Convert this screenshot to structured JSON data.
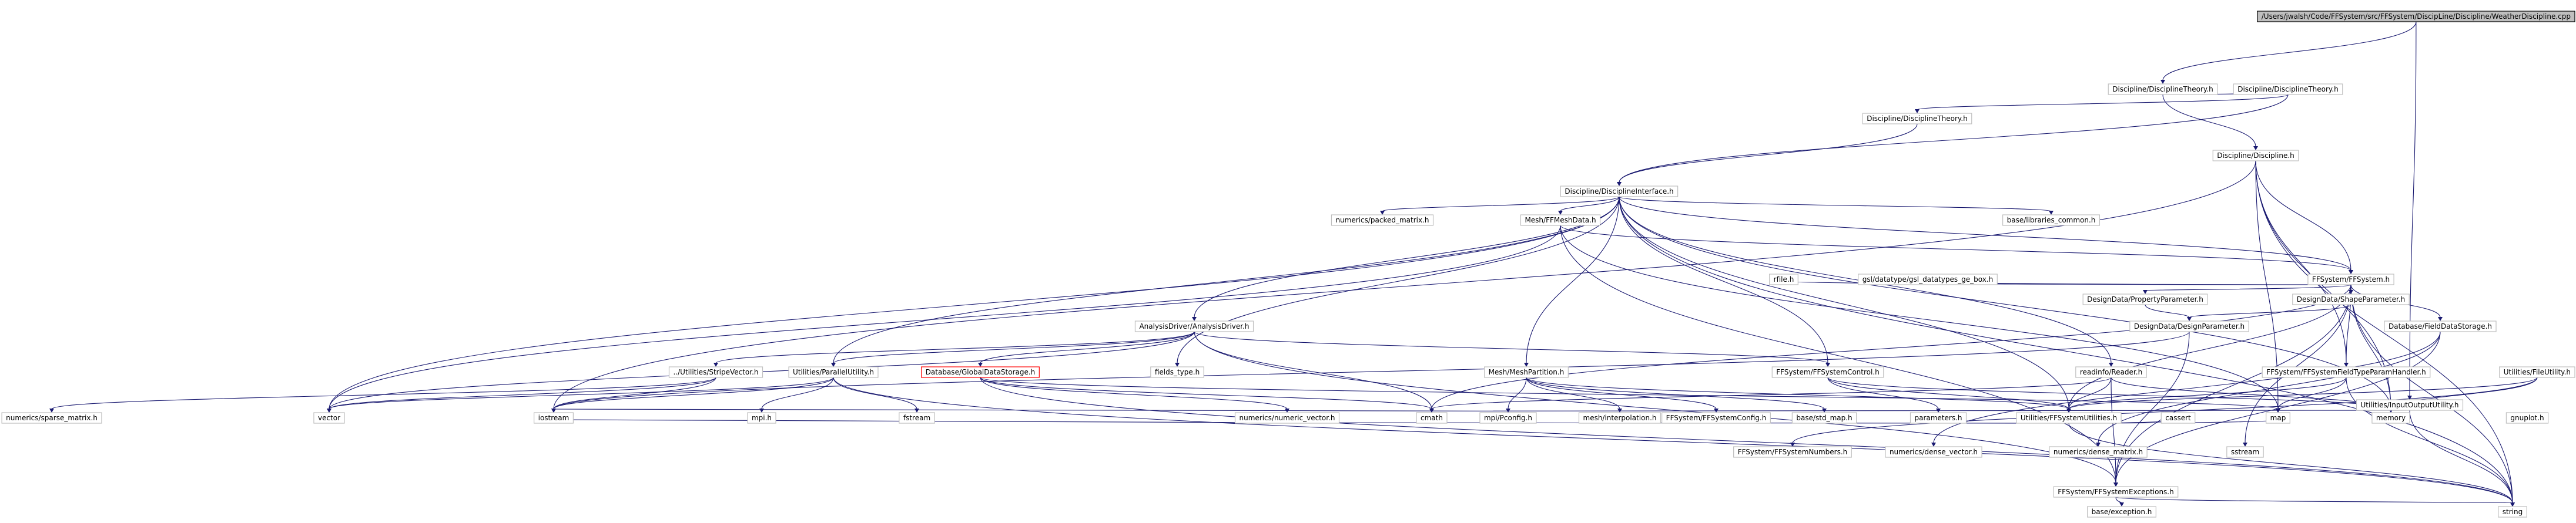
{
  "graph": {
    "nodes": [
      {
        "id": "root",
        "label": "/Users/jwalsh/Code/FFSystem/src/FFSystem/DiscipLine/Discipline/WeatherDiscipline.cpp",
        "root": true
      },
      {
        "id": "dt",
        "label": "Discipline/DisciplineTheory.h"
      },
      {
        "id": "dth",
        "label": "Discipline/DisciplineTheory.h"
      },
      {
        "id": "ddt",
        "label": "Discipline/DisciplineTheory.h"
      },
      {
        "id": "dd",
        "label": "Discipline/Discipline.h"
      },
      {
        "id": "dsif",
        "label": "Discipline/DisciplineInterface.h"
      },
      {
        "id": "nrc",
        "label": "numerics/packed_matrix.h"
      },
      {
        "id": "bcc",
        "label": "base/libraries_common.h"
      },
      {
        "id": "mfd",
        "label": "Mesh/FFMeshData.h"
      },
      {
        "id": "ffs",
        "label": "FFSystem/FFSystem.h"
      },
      {
        "id": "ads",
        "label": "AnalysisDriver/AnalysisDriver.h"
      },
      {
        "id": "csv",
        "label": "../Utilities/StripeVector.h"
      },
      {
        "id": "upu",
        "label": "Utilities/ParallelUtility.h"
      },
      {
        "id": "dbs",
        "label": "Database/GlobalDataStorage.h",
        "highlight": true
      },
      {
        "id": "fft",
        "label": "fields_type.h"
      },
      {
        "id": "mmh",
        "label": "Mesh/MeshPartition.h"
      },
      {
        "id": "ffcs",
        "label": "FFSystem/FFSystemControl.h"
      },
      {
        "id": "rmg",
        "label": "readinfo/Reader.h"
      },
      {
        "id": "ffst",
        "label": "FFSystem/FFSystemFieldTypeParamHandler.h"
      },
      {
        "id": "ufu",
        "label": "Utilities/FileUtility.h"
      },
      {
        "id": "dfs",
        "label": "Database/FieldDataStorage.h"
      },
      {
        "id": "ddp",
        "label": "DesignData/DesignParameter.h"
      },
      {
        "id": "dpp",
        "label": "DesignData/PropertyParameter.h"
      },
      {
        "id": "dsp",
        "label": "DesignData/ShapeParameter.h"
      },
      {
        "id": "uif",
        "label": "Utilities/InputOutputUtility.h"
      },
      {
        "id": "nsm",
        "label": "numerics/sparse_matrix.h"
      },
      {
        "id": "vec",
        "label": "vector"
      },
      {
        "id": "iost",
        "label": "iostream"
      },
      {
        "id": "mpi",
        "label": "mpi.h"
      },
      {
        "id": "fst",
        "label": "fstream"
      },
      {
        "id": "nnv",
        "label": "numerics/numeric_vector.h"
      },
      {
        "id": "cst",
        "label": "cmath"
      },
      {
        "id": "mpc",
        "label": "mpi/Pconfig.h"
      },
      {
        "id": "mfg",
        "label": "mesh/interpolation.h"
      },
      {
        "id": "fss",
        "label": "FFSystem/FFSystemConfig.h"
      },
      {
        "id": "bmap",
        "label": "base/std_map.h"
      },
      {
        "id": "pst",
        "label": "parameters.h"
      },
      {
        "id": "ufi",
        "label": "Utilities/FFSystemUtilities.h"
      },
      {
        "id": "cass",
        "label": "cassert"
      },
      {
        "id": "map",
        "label": "map"
      },
      {
        "id": "mem",
        "label": "memory"
      },
      {
        "id": "gnm",
        "label": "gnuplot.h"
      },
      {
        "id": "ffn",
        "label": "FFSystem/FFSystemNumbers.h"
      },
      {
        "id": "ndv",
        "label": "numerics/dense_vector.h"
      },
      {
        "id": "ndm",
        "label": "numerics/dense_matrix.h"
      },
      {
        "id": "ssf",
        "label": "sstream"
      },
      {
        "id": "ffe",
        "label": "FFSystem/FFSystemExceptions.h"
      },
      {
        "id": "bex",
        "label": "base/exception.h"
      },
      {
        "id": "str",
        "label": "string"
      },
      {
        "id": "rs1",
        "label": "rfile.h"
      },
      {
        "id": "uds",
        "label": "gsl/datatype/gsl_datatypes_ge_box.h"
      }
    ]
  }
}
